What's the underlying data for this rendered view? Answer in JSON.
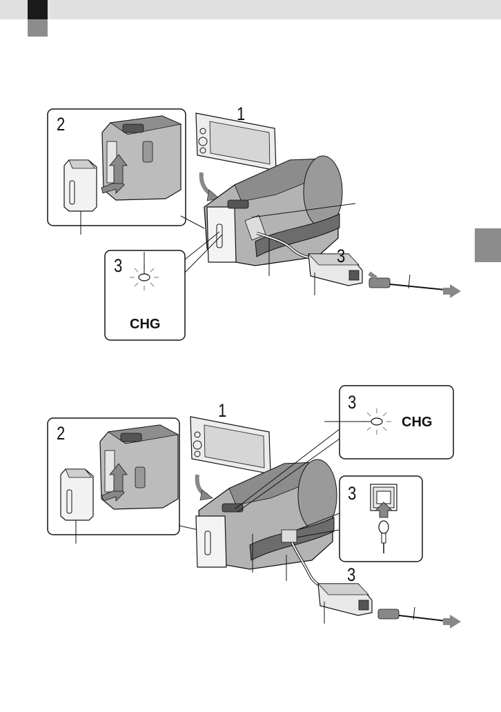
{
  "header": {
    "accent_color": "#1a1a1a",
    "bar_color": "#e0e0e0",
    "tab_color": "#8c8c8c"
  },
  "figure_top": {
    "step1": "1",
    "step2": "2",
    "step3_lamp": "3",
    "step3_adaptor": "3",
    "chg_label": "CHG"
  },
  "figure_bottom": {
    "step1": "1",
    "step2": "2",
    "step3_lamp": "3",
    "step3_connector": "3",
    "step3_adaptor": "3",
    "chg_label": "CHG"
  },
  "icons": [
    "battery-pack-icon",
    "camcorder-icon",
    "ac-adaptor-icon",
    "power-cord-icon",
    "chg-lamp-icon",
    "dc-plug-icon",
    "arrow-icon"
  ]
}
